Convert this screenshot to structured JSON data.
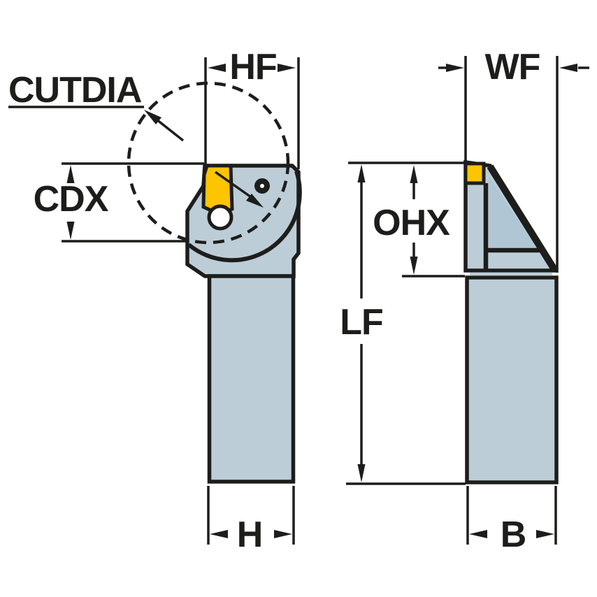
{
  "drawing": {
    "type": "tool-holder-dimension-diagram",
    "views": [
      "front-view",
      "side-view"
    ]
  },
  "labels": {
    "cutdia": "CUTDIA",
    "cdx": "CDX",
    "hf": "HF",
    "wf": "WF",
    "ohx": "OHX",
    "lf": "LF",
    "h": "H",
    "b": "B"
  },
  "colors": {
    "background": "#ffffff",
    "body": "#bccdd8",
    "clamp": "#b0c6d4",
    "insert": "#fdc400",
    "outline": "#1d1d1b"
  }
}
